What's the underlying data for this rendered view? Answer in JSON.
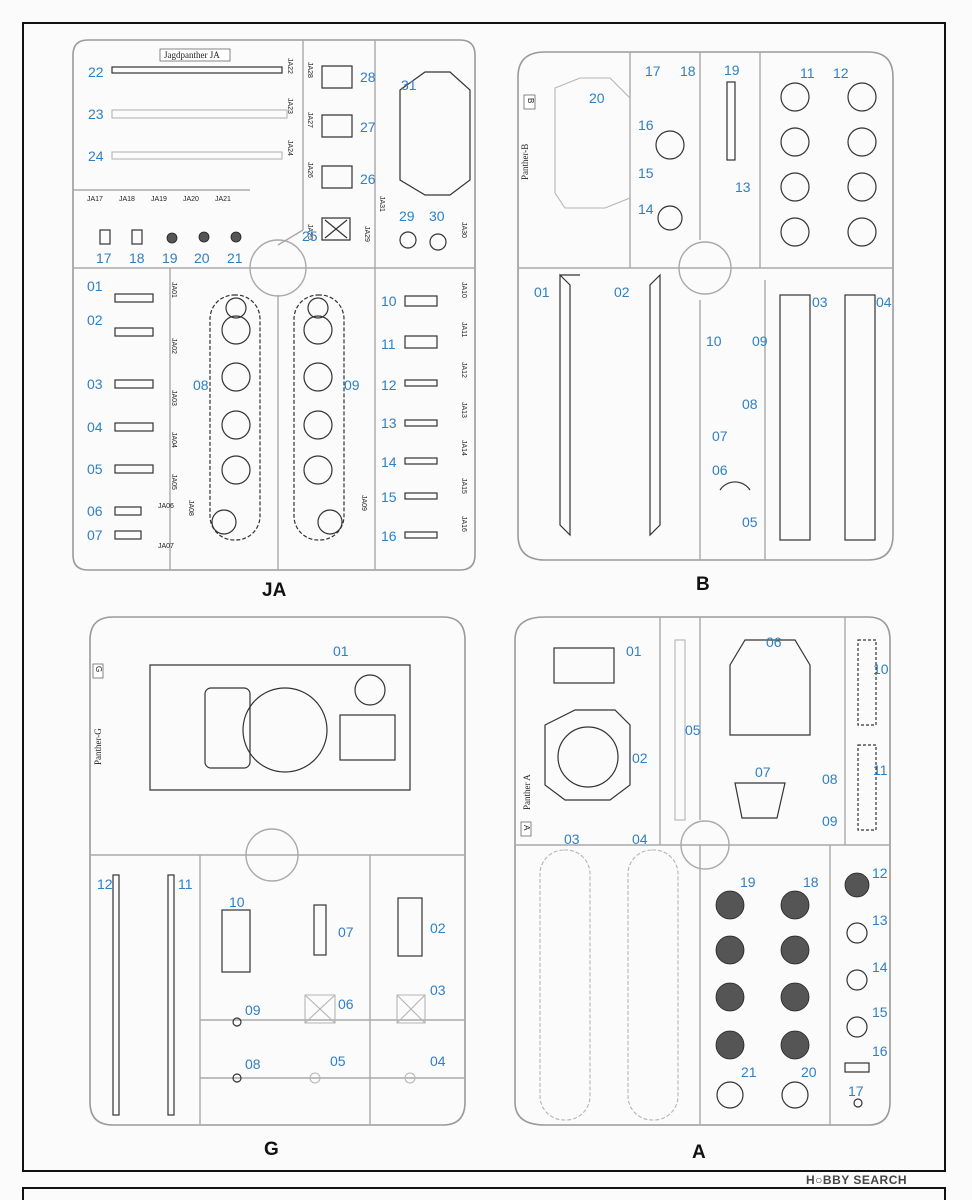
{
  "sprues": {
    "JA": {
      "letter": "JA",
      "nameplate": "Jagdpanther JA",
      "part_numbers": [
        "22",
        "23",
        "24",
        "28",
        "27",
        "26",
        "25",
        "31",
        "29",
        "30",
        "17",
        "18",
        "19",
        "20",
        "21",
        "01",
        "02",
        "03",
        "04",
        "05",
        "06",
        "07",
        "08",
        "09",
        "10",
        "11",
        "12",
        "13",
        "14",
        "15",
        "16"
      ],
      "codes": [
        "JA17",
        "JA18",
        "JA19",
        "JA20",
        "JA21",
        "JA22",
        "JA23",
        "JA24",
        "JA25",
        "JA26",
        "JA27",
        "JA28",
        "JA29",
        "JA30",
        "JA31",
        "JA01",
        "JA02",
        "JA03",
        "JA04",
        "JA05",
        "JA06",
        "JA07",
        "JA08",
        "JA09",
        "JA10",
        "JA11",
        "JA12",
        "JA13",
        "JA14",
        "JA15",
        "JA16"
      ]
    },
    "B": {
      "letter": "B",
      "nameplate": "Panther-B",
      "code": "B",
      "part_numbers": [
        "20",
        "17",
        "18",
        "19",
        "11",
        "12",
        "16",
        "15",
        "13",
        "14",
        "01",
        "02",
        "03",
        "04",
        "10",
        "09",
        "08",
        "07",
        "06",
        "05"
      ]
    },
    "G": {
      "letter": "G",
      "nameplate": "Panther-G",
      "code": "G",
      "part_numbers": [
        "01",
        "12",
        "11",
        "10",
        "07",
        "02",
        "06",
        "03",
        "09",
        "08",
        "05",
        "04"
      ]
    },
    "A": {
      "letter": "A",
      "nameplate": "Panther A",
      "code": "A",
      "part_numbers": [
        "01",
        "05",
        "06",
        "10",
        "02",
        "07",
        "08",
        "11",
        "09",
        "03",
        "04",
        "19",
        "18",
        "12",
        "13",
        "14",
        "15",
        "16",
        "21",
        "20",
        "17"
      ]
    }
  },
  "watermark": "H○BBY SEARCH"
}
